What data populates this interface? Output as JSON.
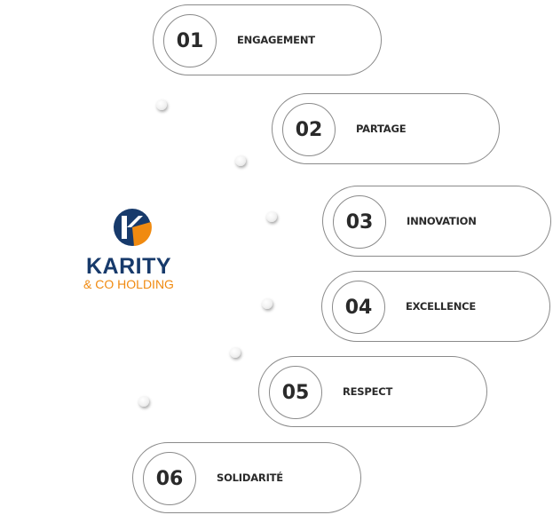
{
  "brand": {
    "name": "KARITY",
    "subtitle": "& CO HOLDING",
    "colors": {
      "primary": "#173a6b",
      "accent": "#f08a10"
    }
  },
  "values": [
    {
      "number": "01",
      "label": "ENGAGEMENT"
    },
    {
      "number": "02",
      "label": "PARTAGE"
    },
    {
      "number": "03",
      "label": "INNOVATION"
    },
    {
      "number": "04",
      "label": "EXCELLENCE"
    },
    {
      "number": "05",
      "label": "RESPECT"
    },
    {
      "number": "06",
      "label": "SOLIDARITÉ"
    }
  ]
}
